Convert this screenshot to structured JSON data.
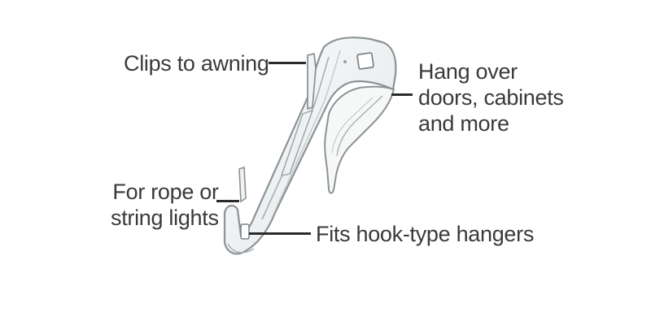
{
  "callouts": {
    "awning": {
      "text": "Clips to awning"
    },
    "doors": {
      "lines": [
        "Hang over",
        "doors, cabinets",
        "and more"
      ]
    },
    "rope": {
      "lines": [
        "For rope or",
        "string lights"
      ]
    },
    "hooks": {
      "text": "Fits hook-type hangers"
    }
  },
  "icon": "transparent-plastic-gutter-clip",
  "colors": {
    "text": "#3a3a3a",
    "leader": "#2b2b2b",
    "plastic_edge": "#8c9296",
    "plastic_fill": "#f3f5f6"
  }
}
